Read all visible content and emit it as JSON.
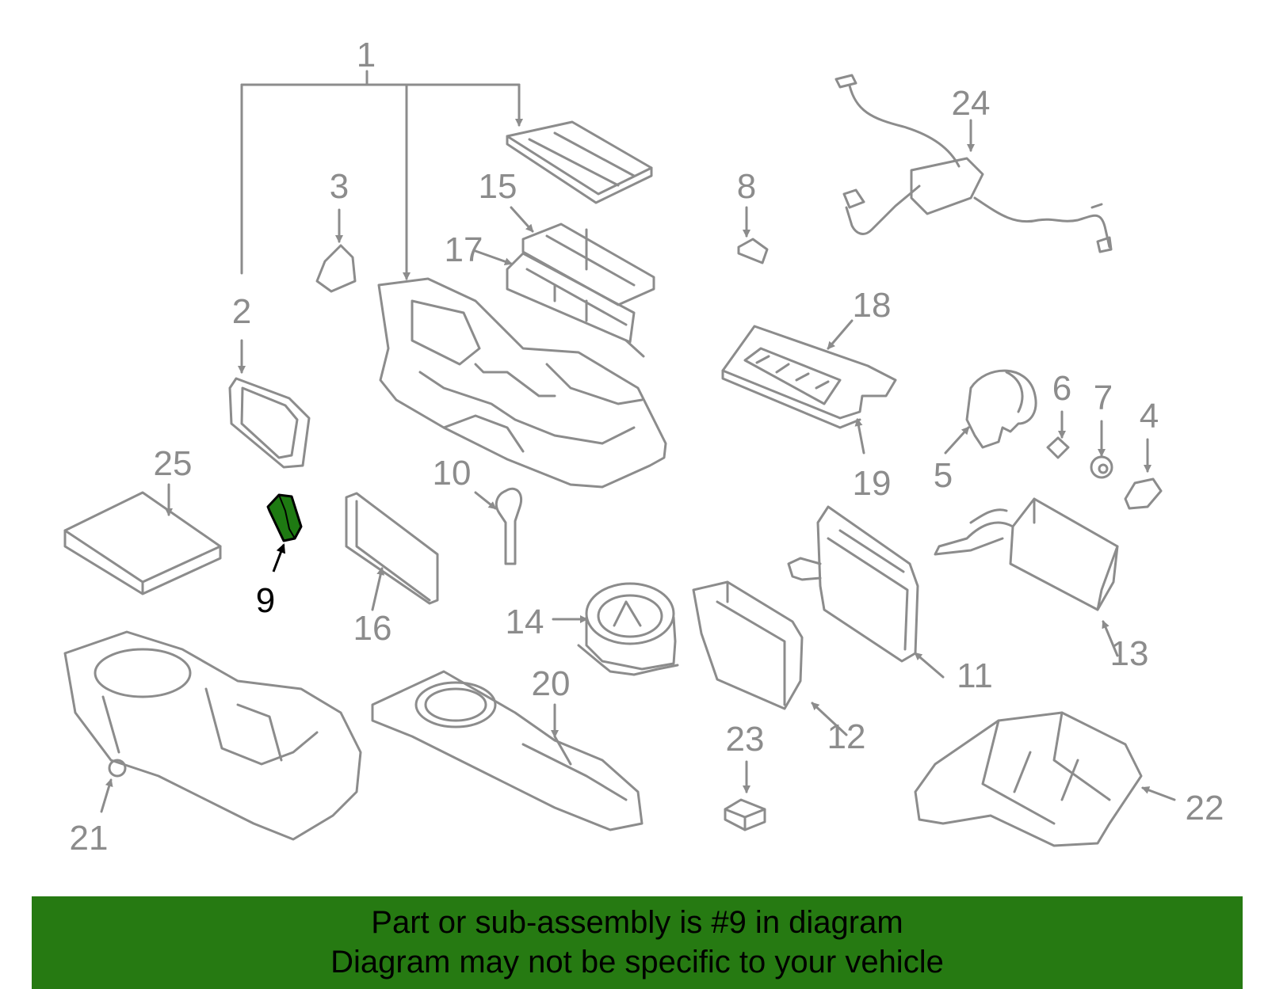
{
  "colors": {
    "line": "#8c8c8c",
    "highlight": "#1e7a12",
    "banner": "#267a12",
    "text_highlight": "#000000"
  },
  "labels": {
    "l1": "1",
    "l2": "2",
    "l3": "3",
    "l4": "4",
    "l5": "5",
    "l6": "6",
    "l7": "7",
    "l8": "8",
    "l9": "9",
    "l10": "10",
    "l11": "11",
    "l12": "12",
    "l13": "13",
    "l14": "14",
    "l15": "15",
    "l16": "16",
    "l17": "17",
    "l18": "18",
    "l19": "19",
    "l20": "20",
    "l21": "21",
    "l22": "22",
    "l23": "23",
    "l24": "24",
    "l25": "25"
  },
  "highlighted_part": "9",
  "banner": {
    "line1": "Part or sub-assembly is #9 in diagram",
    "line2": "Diagram may not be specific to your vehicle"
  }
}
